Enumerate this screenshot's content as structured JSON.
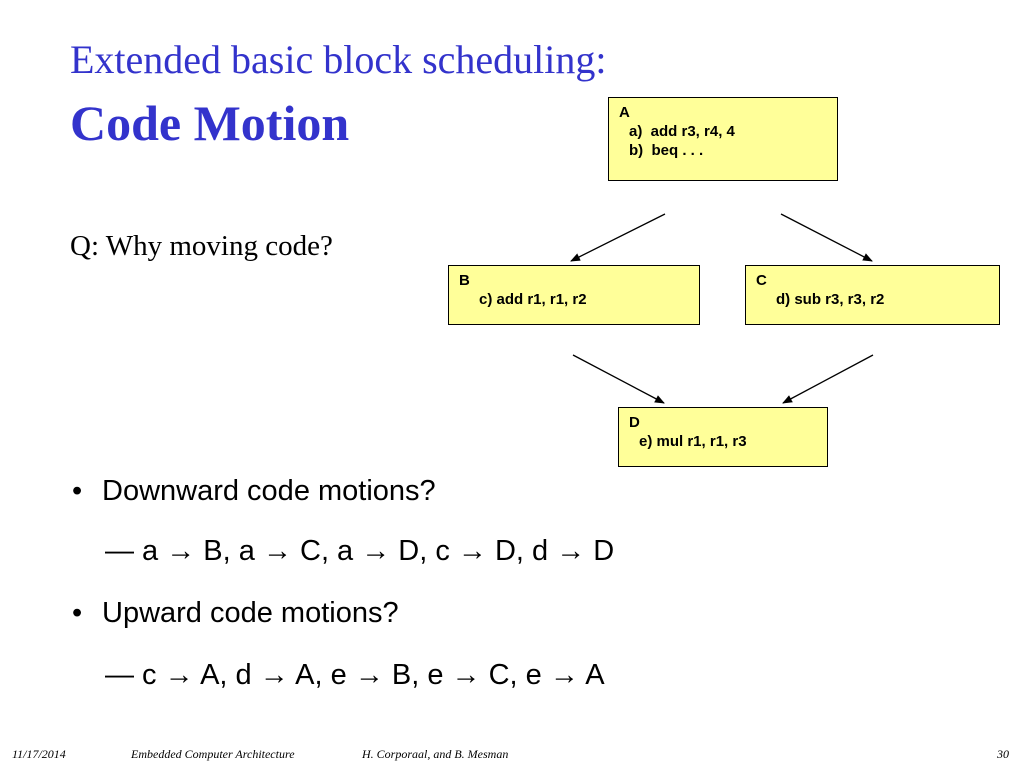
{
  "title": {
    "line1": "Extended basic block scheduling:",
    "line2": "Code Motion"
  },
  "question": "Q: Why moving code?",
  "blocks": {
    "A": {
      "label": "A",
      "lines": [
        "a)  add r3, r4, 4",
        "b)  beq . . ."
      ]
    },
    "B": {
      "label": "B",
      "lines": [
        "c) add r1, r1, r2"
      ]
    },
    "C": {
      "label": "C",
      "lines": [
        "d) sub r3, r3, r2"
      ]
    },
    "D": {
      "label": "D",
      "lines": [
        "e) mul r1, r1, r3"
      ]
    }
  },
  "bullets": [
    {
      "marker": "•",
      "text": "Downward code motions?",
      "answer": "— a → B, a → C, a → D, c → D, d → D"
    },
    {
      "marker": "•",
      "text": "Upward code motions?",
      "answer": "— c → A, d → A, e → B, e → C, e → A"
    }
  ],
  "footer": {
    "date": "11/17/2014",
    "course": "Embedded Computer Architecture",
    "authors": "H. Corporaal, and B. Mesman",
    "page": "30"
  },
  "colors": {
    "title": "#3333cc",
    "block_fill": "#ffff99"
  }
}
